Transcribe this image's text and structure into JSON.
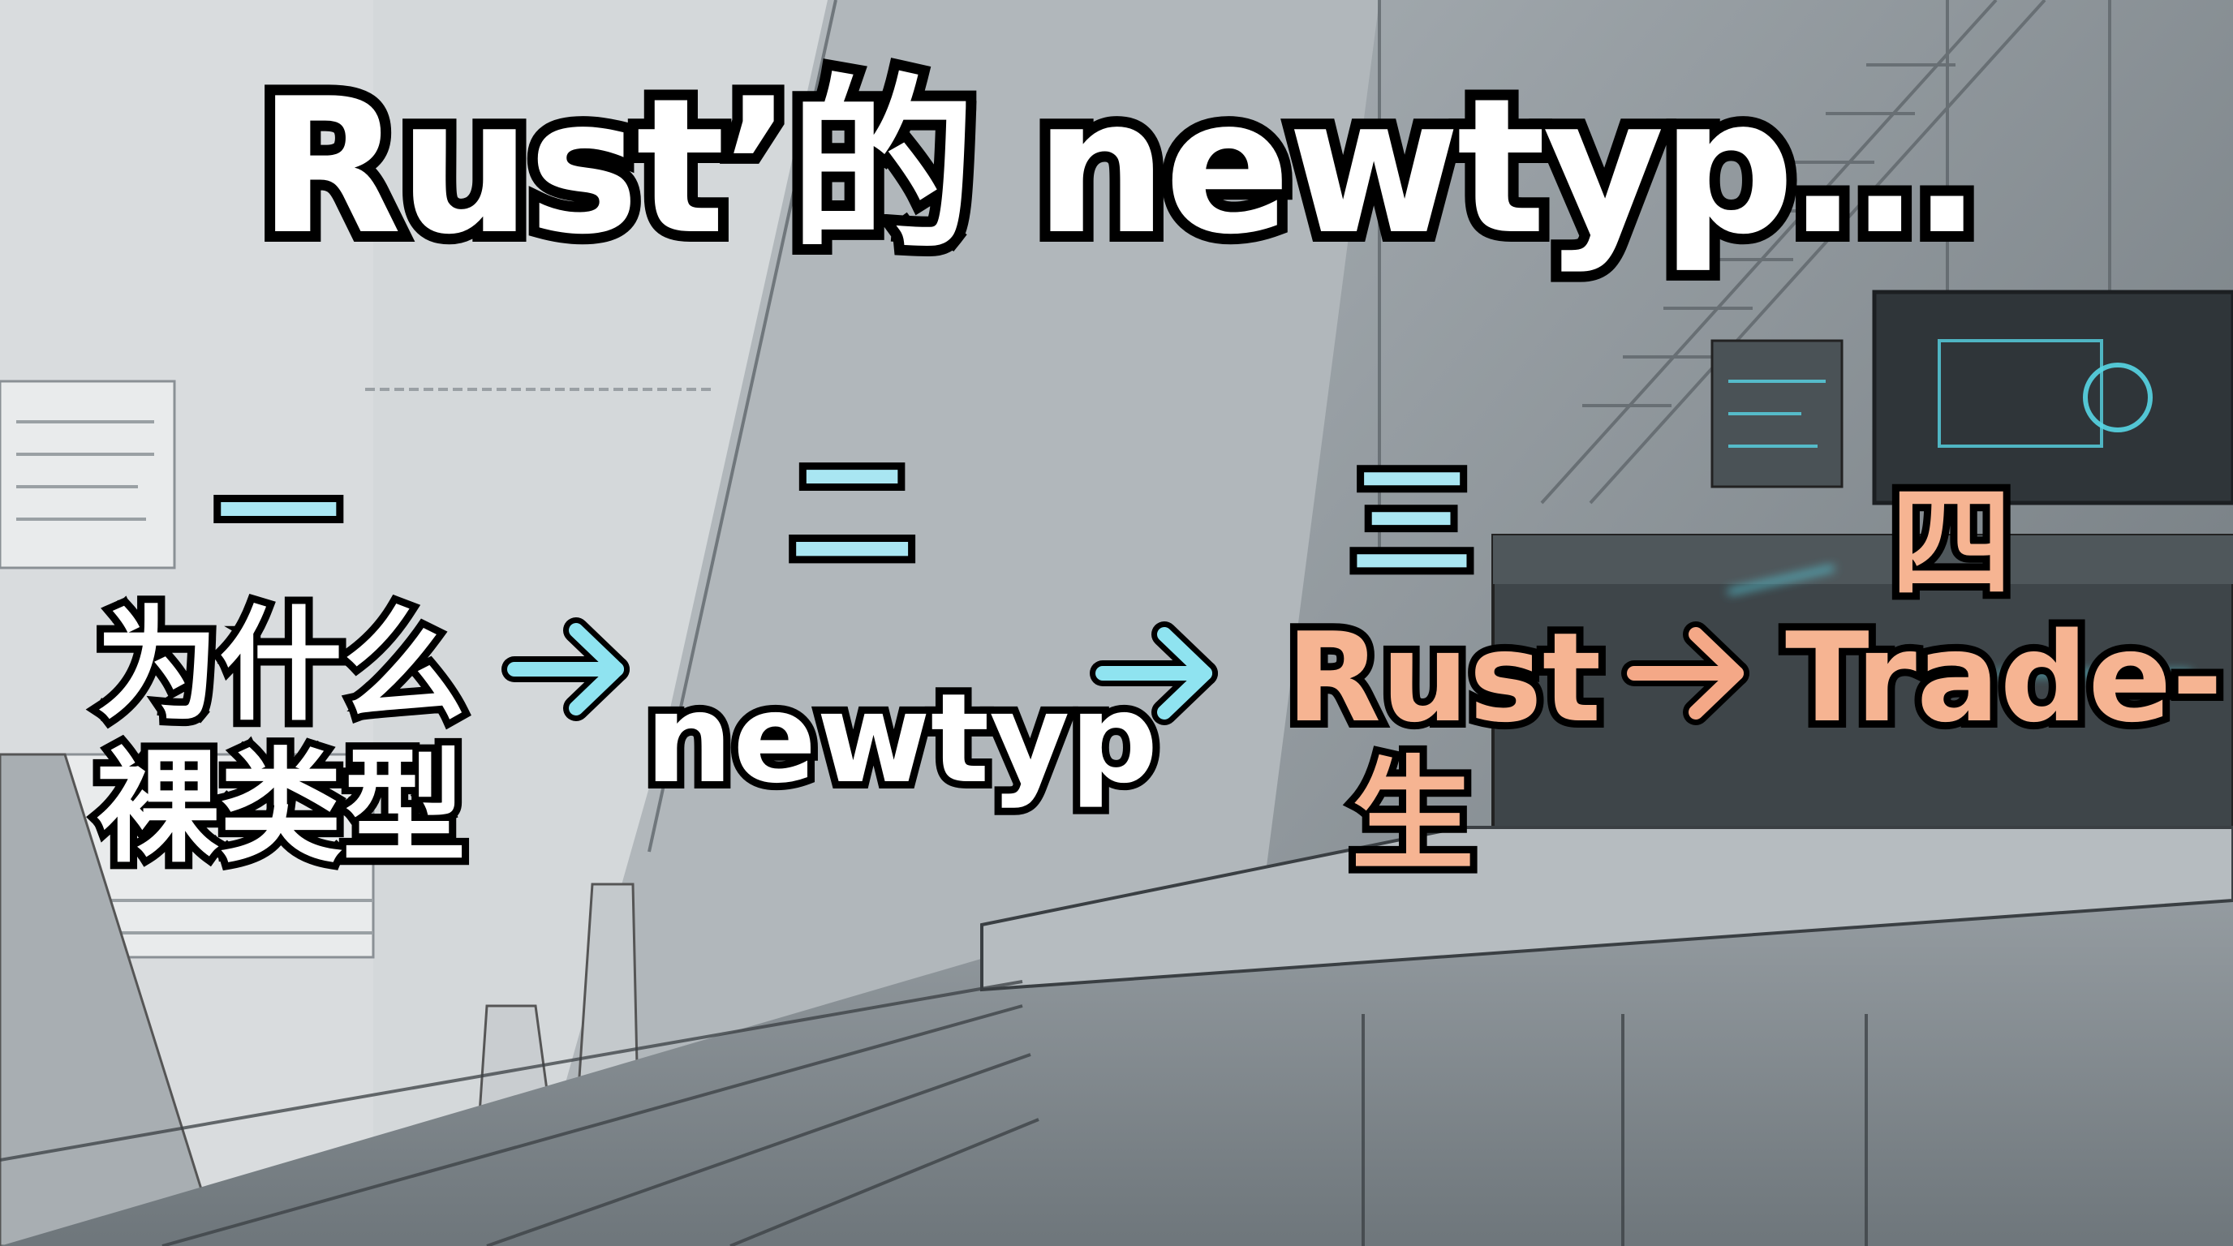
{
  "title": "Rust’的 newtyp…",
  "steps": [
    {
      "number": "一",
      "text_lines": [
        "为什么",
        "裸类型"
      ]
    },
    {
      "number": "二",
      "text_lines": [
        "newtyp"
      ]
    },
    {
      "number": "三",
      "text_lines": [
        "Rust",
        "生"
      ]
    },
    {
      "number": "四",
      "text_lines": [
        "Trade-"
      ]
    }
  ],
  "colors": {
    "cool_accent": "#a9e6f2",
    "warm_accent": "#f6b492",
    "arrow_cool": "#8fe3f0",
    "arrow_warm": "#f4a887",
    "outline": "#000000"
  },
  "icons": [
    "arrow-right-icon",
    "arrow-right-icon",
    "arrow-right-icon"
  ]
}
